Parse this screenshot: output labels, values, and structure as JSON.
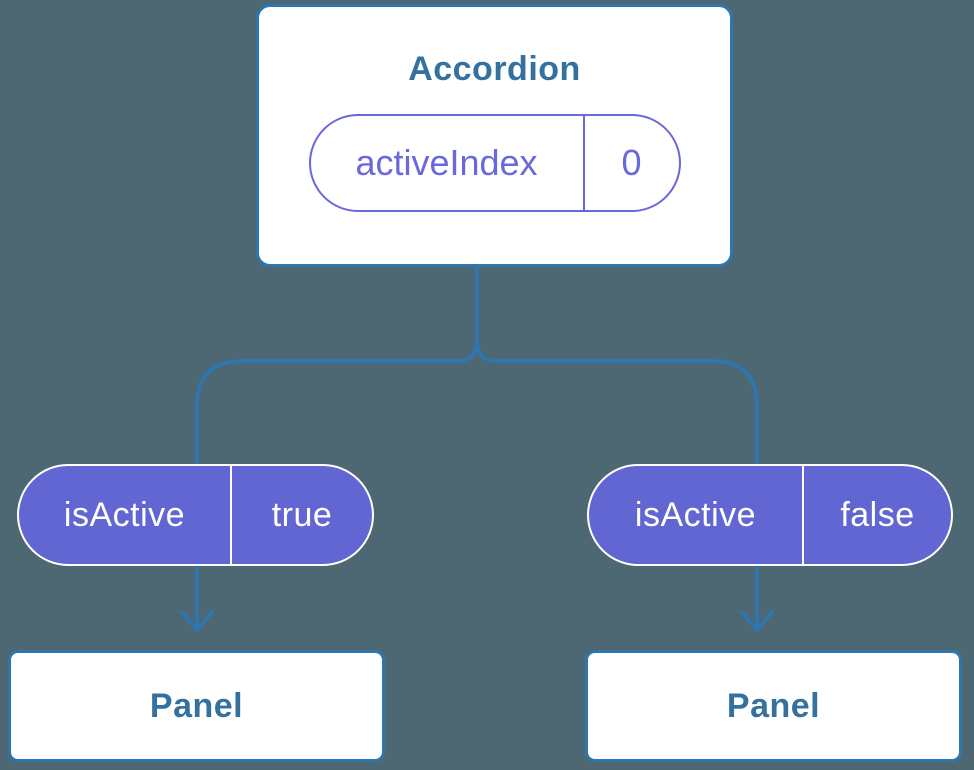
{
  "diagram": {
    "root": {
      "title": "Accordion",
      "state": {
        "key": "activeIndex",
        "value": "0"
      }
    },
    "branches": [
      {
        "state": {
          "key": "isActive",
          "value": "true"
        },
        "child": {
          "title": "Panel"
        }
      },
      {
        "state": {
          "key": "isActive",
          "value": "false"
        },
        "child": {
          "title": "Panel"
        }
      }
    ],
    "colors": {
      "background": "#4d6773",
      "connector_blue": "#2e76ad",
      "heading_blue": "#35719f",
      "pill_fill_purple": "#6166d2",
      "pill_accent_purple": "#6a68da",
      "card_white": "#ffffff"
    }
  }
}
